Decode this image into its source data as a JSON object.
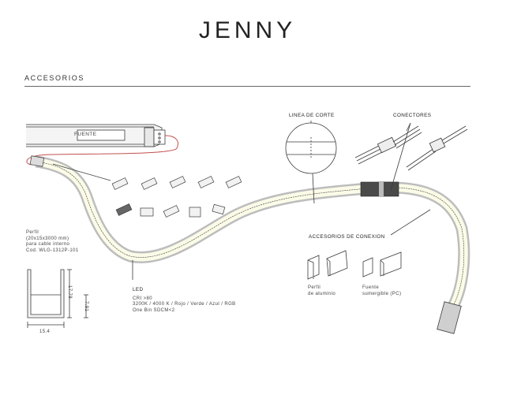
{
  "header": {
    "title": "JENNY",
    "section_title": "ACCESORIOS"
  },
  "labels": {
    "fuente": "FUENTE",
    "linea_de_corte": "LINEA DE CORTE",
    "conectores": "CONECTORES",
    "accesorios_de_conexion": "ACCESORIOS DE CONEXION"
  },
  "perfil_spec": {
    "lines": [
      "Perfil",
      "(20x15x3000 mm)",
      "para cable interno",
      "Cod. WLG-1312P-101"
    ]
  },
  "dimensions": {
    "height": "17.78",
    "inner": "7.91",
    "width": "15.4"
  },
  "led_spec": {
    "title": "LED",
    "lines": [
      "CRI >80",
      "3200K / 4000 K / Rojo / Verde / Azul / RGB",
      "One Bin SDCM<2"
    ]
  },
  "connection_items": {
    "perfil": [
      "Perfil",
      "de aluminio"
    ],
    "fuente": [
      "Fuente",
      "sumergible (PC)"
    ]
  },
  "colors": {
    "line": "#3a3a3a",
    "strip_glow": "#fbfbe8",
    "strip_body": "#cfcfcf",
    "cable_red": "#c0504d"
  }
}
